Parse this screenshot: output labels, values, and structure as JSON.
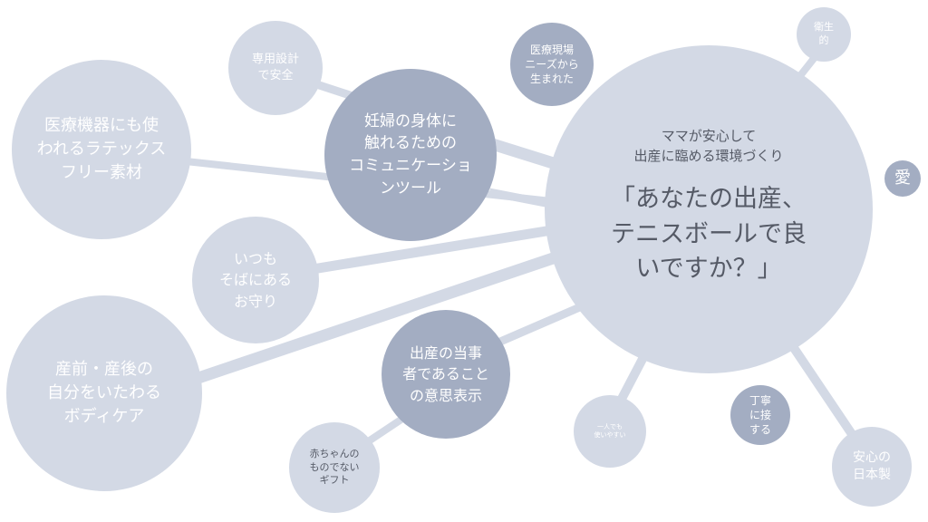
{
  "central": {
    "subtitle": "ママが安心して\n出産に臨める環境づくり",
    "main": "「あなたの出産、\nテニスボールで良\nいですか？」"
  },
  "bubbles": {
    "medical": "医療機器にも使\nわれるラテックス\nフリー素材",
    "safe": "専用設計\nで安全",
    "tool": "妊婦の身体に\n触れるための\nコミュニケーショ\nンツール",
    "origin": "医療現場\nニーズから\n生まれた",
    "hygiene": "衛生\n的",
    "love": "愛",
    "amulet": "いつも\nそばにある\nお守り",
    "selfcare": "産前・産後の\n自分をいたわる\nボディケア",
    "intent": "出産の当事\n者であること\nの意思表示",
    "gift": "赤ちゃんの\nものでない\nギフト",
    "easy": "一人でも\n使いやすい",
    "polite": "丁寧\nに接\nする",
    "japan": "安心の\n日本製"
  },
  "colors": {
    "light_bubble": "#d3d9e5",
    "dark_bubble": "#a3adc2",
    "connector": "#d3d9e5",
    "central_text": "#555a66",
    "bubble_text": "#ffffff"
  }
}
